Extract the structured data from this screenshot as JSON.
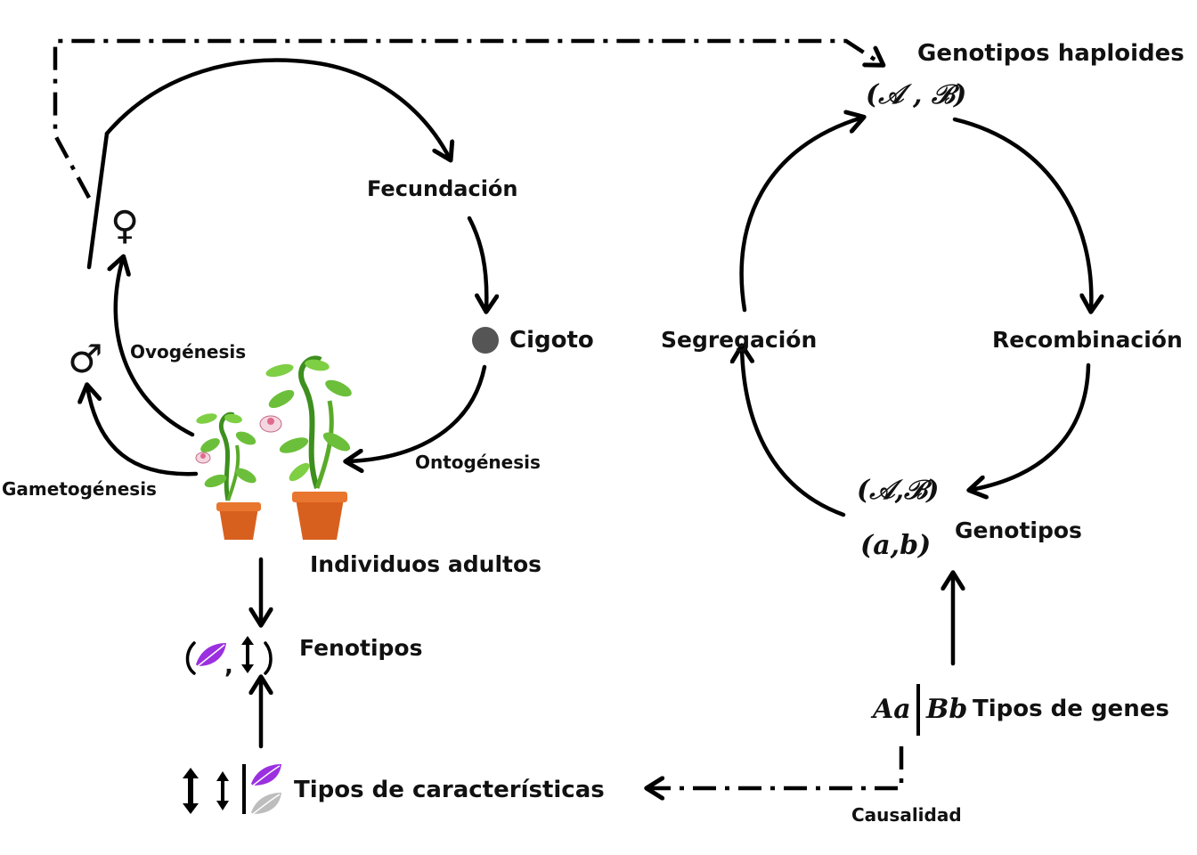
{
  "labels": {
    "genotipos_haploides": "Genotipos haploides",
    "fecundacion": "Fecundación",
    "cigoto": "Cigoto",
    "ovogenesis": "Ovogénesis",
    "gametogenesis": "Gametogénesis",
    "ontogenesis": "Ontogénesis",
    "individuos_adultos": "Individuos adultos",
    "fenotipos": "Fenotipos",
    "tipos_caracteristicas": "Tipos de características",
    "segregacion": "Segregación",
    "recombinacion": "Recombinación",
    "genotipos": "Genotipos",
    "tipos_genes": "Tipos de genes",
    "causalidad": "Causalidad"
  },
  "symbols": {
    "female": "♀",
    "male": "♂",
    "haploid_genotype": "(𝒜 , ℬ)",
    "genotype_upper": "(𝒜,ℬ)",
    "genotype_lower": "(a,b)",
    "gene_a": "Aa",
    "gene_b": "Bb"
  },
  "colors": {
    "leaf_purple": "#9b30e0",
    "leaf_gray": "#bdbdbd",
    "zygote": "#555555",
    "pot": "#d8601e",
    "plant": "#5aaa2a"
  }
}
